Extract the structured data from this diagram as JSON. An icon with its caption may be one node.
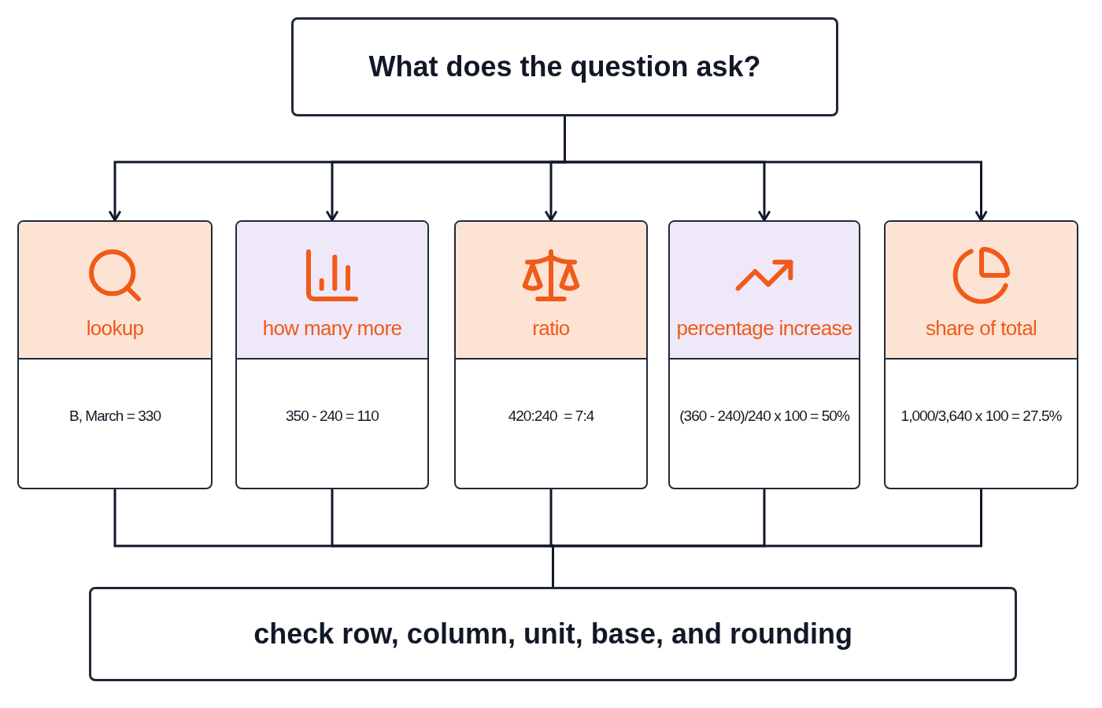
{
  "diagram": {
    "nodes": [
      {
        "text": [
          "What does the question ask?"
        ]
      },
      {
        "text": [
          "lookup",
          "B, March = 330"
        ]
      },
      {
        "text": [
          "how many more",
          "350 - 240 = 110"
        ]
      },
      {
        "text": [
          "ratio",
          "420:240  = 7:4"
        ]
      },
      {
        "text": [
          "percentage increase",
          "(360 - 240)/240 x 100 = 50%"
        ]
      },
      {
        "text": [
          "share of total",
          "1,000/3,640 x 100 = 27.5%"
        ]
      },
      {
        "text": [
          "check row, column, unit, base, and rounding"
        ]
      }
    ],
    "edges": [
      {
        "from": 0,
        "to": 1,
        "arrow": "to"
      },
      {
        "from": 0,
        "to": 2,
        "arrow": "to"
      },
      {
        "from": 0,
        "to": 3,
        "arrow": "to"
      },
      {
        "from": 0,
        "to": 4,
        "arrow": "to"
      },
      {
        "from": 0,
        "to": 5,
        "arrow": "to"
      },
      {
        "from": 1,
        "to": 6,
        "arrow": "none"
      },
      {
        "from": 2,
        "to": 6,
        "arrow": "none"
      },
      {
        "from": 3,
        "to": 6,
        "arrow": "none"
      },
      {
        "from": 4,
        "to": 6,
        "arrow": "none"
      },
      {
        "from": 5,
        "to": 6,
        "arrow": "none"
      }
    ]
  }
}
